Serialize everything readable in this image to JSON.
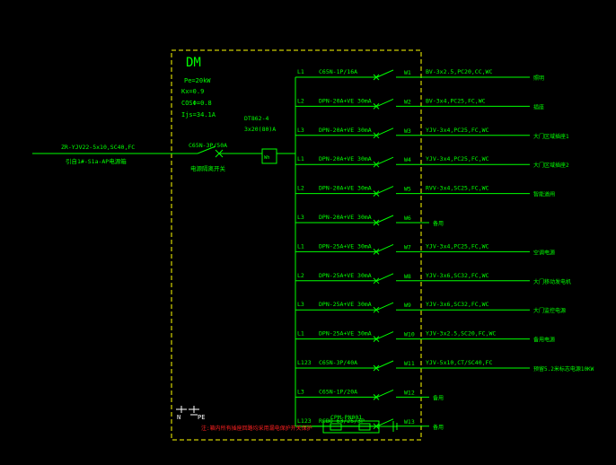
{
  "colors": {
    "background": "#000000",
    "wire": "#00ff00",
    "text": "#00ff00",
    "frame": "#ffff00",
    "note": "#ff2020",
    "neutral": "#ffffff"
  },
  "panel": {
    "name": "DM",
    "params": [
      "Pe=20kW",
      "Kx=0.9",
      "COSΦ=0.8",
      "Ijs=34.1A"
    ]
  },
  "incoming": {
    "cable": "ZR-YJV22-5x10,SC40,FC",
    "source": "引自1#-S1a-AP电源箱",
    "breaker": "C65N-3P/50A",
    "breaker_note": "电源隔离开关",
    "meter_model": "DT862-4",
    "meter_rating": "3x20(80)A",
    "meter_label": "Wh"
  },
  "circuits": [
    {
      "phase": "L1",
      "device": "C65N-1P/16A",
      "circuit": "W1",
      "cable": "BV-3x2.5,PC20,CC,WC",
      "load": "照明"
    },
    {
      "phase": "L2",
      "device": "DPN-20A+VE 30mA",
      "circuit": "W2",
      "cable": "BV-3x4,PC25,FC,WC",
      "load": "插座"
    },
    {
      "phase": "L3",
      "device": "DPN-20A+VE 30mA",
      "circuit": "W3",
      "cable": "YJV-3x4,PC25,FC,WC",
      "load": "大门区域插座1"
    },
    {
      "phase": "L1",
      "device": "DPN-20A+VE 30mA",
      "circuit": "W4",
      "cable": "YJV-3x4,PC25,FC,WC",
      "load": "大门区域插座2"
    },
    {
      "phase": "L2",
      "device": "DPN-20A+VE 30mA",
      "circuit": "W5",
      "cable": "RVV-3x4,SC25,FC,WC",
      "load": "智能道闸"
    },
    {
      "phase": "L3",
      "device": "DPN-20A+VE 30mA",
      "circuit": "W6",
      "cable": "",
      "load": "备用"
    },
    {
      "phase": "L1",
      "device": "DPN-25A+VE 30mA",
      "circuit": "W7",
      "cable": "YJV-3x4,PC25,FC,WC",
      "load": "空调电源"
    },
    {
      "phase": "L2",
      "device": "DPN-25A+VE 30mA",
      "circuit": "W8",
      "cable": "YJV-3x6,SC32,FC,WC",
      "load": "大门移动发电机"
    },
    {
      "phase": "L3",
      "device": "DPN-25A+VE 30mA",
      "circuit": "W9",
      "cable": "YJV-3x6,SC32,FC,WC",
      "load": "大门监控电源"
    },
    {
      "phase": "L1",
      "device": "DPN-25A+VE 30mA",
      "circuit": "W10",
      "cable": "YJV-3x2.5,SC20,FC,WC",
      "load": "备用电源"
    },
    {
      "phase": "L123",
      "device": "C65N-3P/40A",
      "circuit": "W11",
      "cable": "YJV-5x10,CT/SC40,FC",
      "load": "预留5.2米标志电源10KW"
    },
    {
      "phase": "L3",
      "device": "C65N-1P/20A",
      "circuit": "W12",
      "cable": "",
      "load": "备用"
    },
    {
      "phase": "L123",
      "device": "RCBO-63/25/3P",
      "circuit": "W13",
      "cable": "",
      "load": "备用"
    }
  ],
  "spd": {
    "label": "CPM-PN001"
  },
  "ground": {
    "n_label": "N",
    "pe_label": "PE"
  },
  "note": "注:箱内所有插座回路均采用漏电保护开关保护"
}
